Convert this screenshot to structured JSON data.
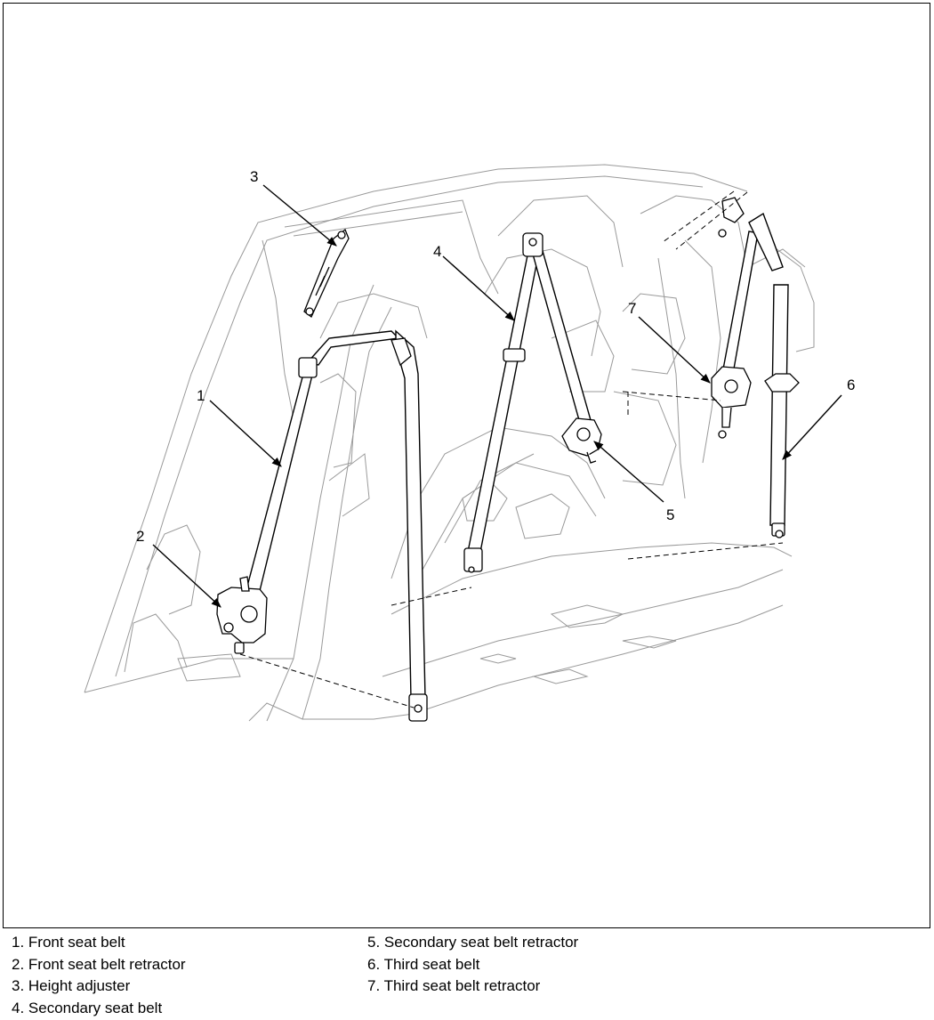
{
  "callouts": [
    {
      "id": "1",
      "text": "1"
    },
    {
      "id": "2",
      "text": "2"
    },
    {
      "id": "3",
      "text": "3"
    },
    {
      "id": "4",
      "text": "4"
    },
    {
      "id": "5",
      "text": "5"
    },
    {
      "id": "6",
      "text": "6"
    },
    {
      "id": "7",
      "text": "7"
    }
  ],
  "legend": {
    "left": [
      "1. Front seat belt",
      "2. Front seat belt retractor",
      "3. Height adjuster",
      "4. Secondary seat belt"
    ],
    "right": [
      "5. Secondary seat belt retractor",
      "6. Third seat belt",
      "7. Third seat belt retractor"
    ]
  }
}
